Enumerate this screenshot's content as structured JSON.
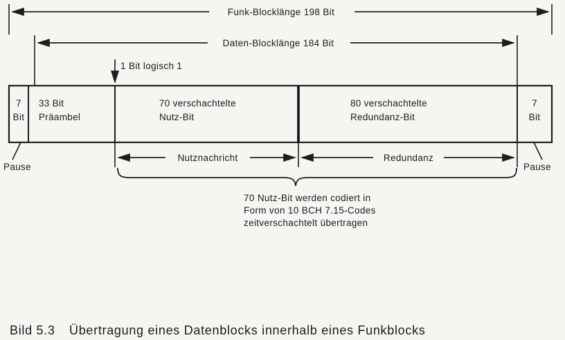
{
  "title_arrows": {
    "funk": "Funk-Blocklänge 198 Bit",
    "daten": "Daten-Blocklänge 184 Bit"
  },
  "annotation": "1 Bit logisch 1",
  "block": {
    "cells": [
      {
        "l1": "7",
        "l2": "Bit"
      },
      {
        "l1": "33 Bit",
        "l2": "Präambel"
      },
      {
        "l1": "70 verschachtelte",
        "l2": "Nutz-Bit"
      },
      {
        "l1": "80 verschachtelte",
        "l2": "Redundanz-Bit"
      },
      {
        "l1": "7",
        "l2": "Bit"
      }
    ]
  },
  "span_labels": {
    "nutznachricht": "Nutznachricht",
    "redundanz": "Redundanz"
  },
  "pause": {
    "left": "Pause",
    "right": "Pause"
  },
  "note": {
    "line1": "70 Nutz-Bit werden codiert in",
    "line2": "Form von 10 BCH 7.15-Codes",
    "line3": "zeitverschachtelt übertragen"
  },
  "caption": {
    "number": "Bild 5.3",
    "text": "Übertragung eines Datenblocks innerhalb eines Funkblocks"
  },
  "colors": {
    "ink": "#1b1b1b",
    "paper": "#f6f5f1"
  }
}
